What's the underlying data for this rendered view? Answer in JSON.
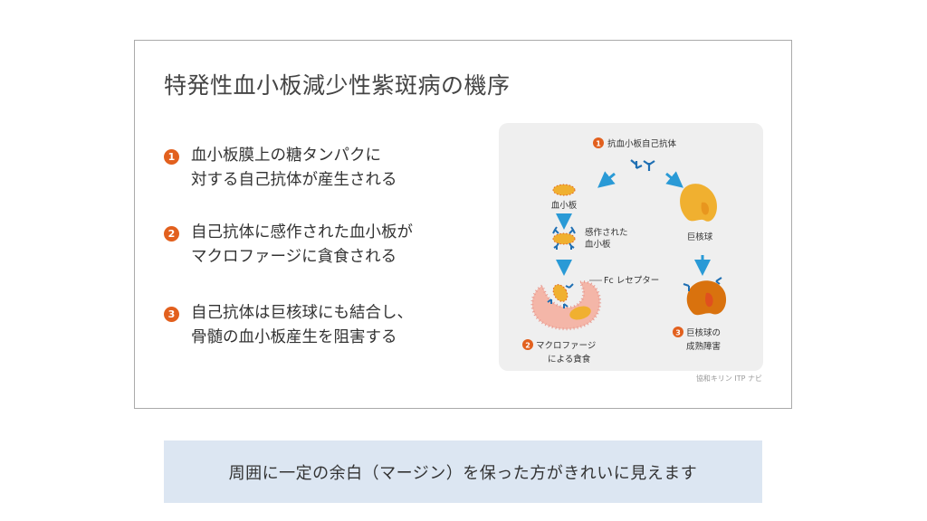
{
  "slide": {
    "title": "特発性血小板減少性紫斑病の機序",
    "points": [
      {
        "num": "1",
        "lines": [
          "血小板膜上の糖タンパクに",
          "対する自己抗体が産生される"
        ]
      },
      {
        "num": "2",
        "lines": [
          "自己抗体に感作された血小板が",
          "マクロファージに貪食される"
        ]
      },
      {
        "num": "3",
        "lines": [
          "自己抗体は巨核球にも結合し、",
          "骨髄の血小板産生を阻害する"
        ]
      }
    ],
    "diagram": {
      "antibody_num": "1",
      "antibody_label": "抗血小板自己抗体",
      "platelet_label": "血小板",
      "sensitized_label": [
        "感作された",
        "血小板"
      ],
      "fc_label": "Fc レセプター",
      "megakaryocyte_label": "巨核球",
      "macrophage_num": "2",
      "macrophage_label": [
        "マクロファージ",
        "による貪食"
      ],
      "maturation_num": "3",
      "maturation_label": [
        "巨核球の",
        "成熟障害"
      ],
      "credit": "協和キリン ITP ナビ",
      "colors": {
        "arrow": "#2a9ad6",
        "antibody": "#1f6fb3",
        "platelet": "#f0b030",
        "macrophage": "#f4b6a8",
        "megakaryocyte": "#f0b030",
        "impaired": "#e07a10",
        "badge": "#e2601e"
      }
    }
  },
  "caption": "周囲に一定の余白（マージン）を保った方がきれいに見えます"
}
